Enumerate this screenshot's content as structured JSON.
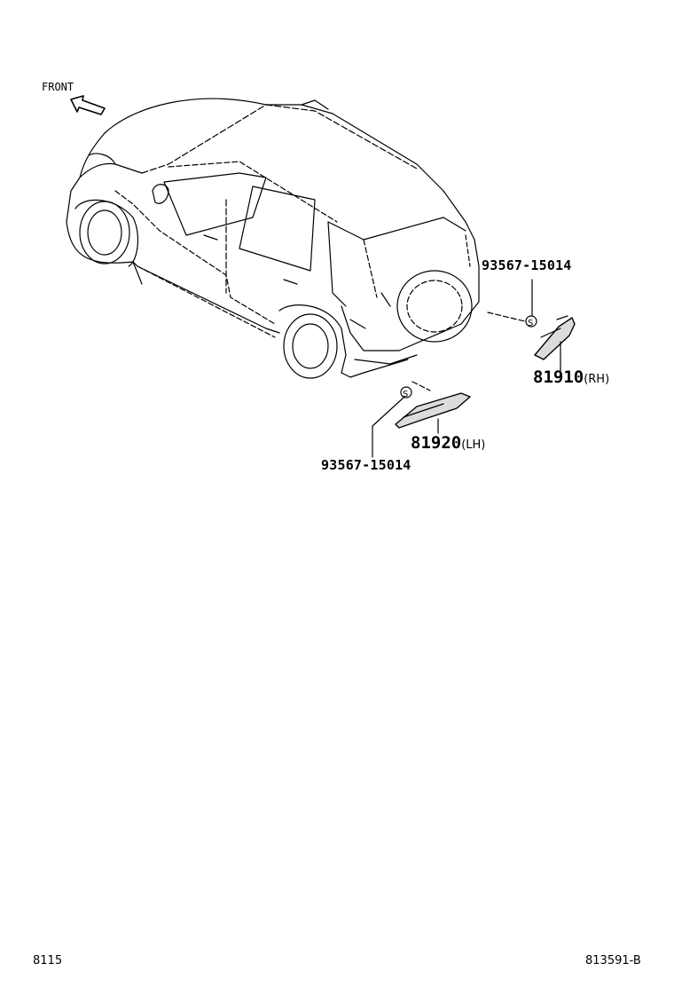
{
  "front_label": "FRONT",
  "callouts": {
    "screw_rh": "93567-15014",
    "screw_lh": "93567-15014",
    "reflector_rh": {
      "number": "81910",
      "side": "(RH)"
    },
    "reflector_lh": {
      "number": "81920",
      "side": "(LH)"
    }
  },
  "footer": {
    "left": "8115",
    "right": "813591-B"
  }
}
